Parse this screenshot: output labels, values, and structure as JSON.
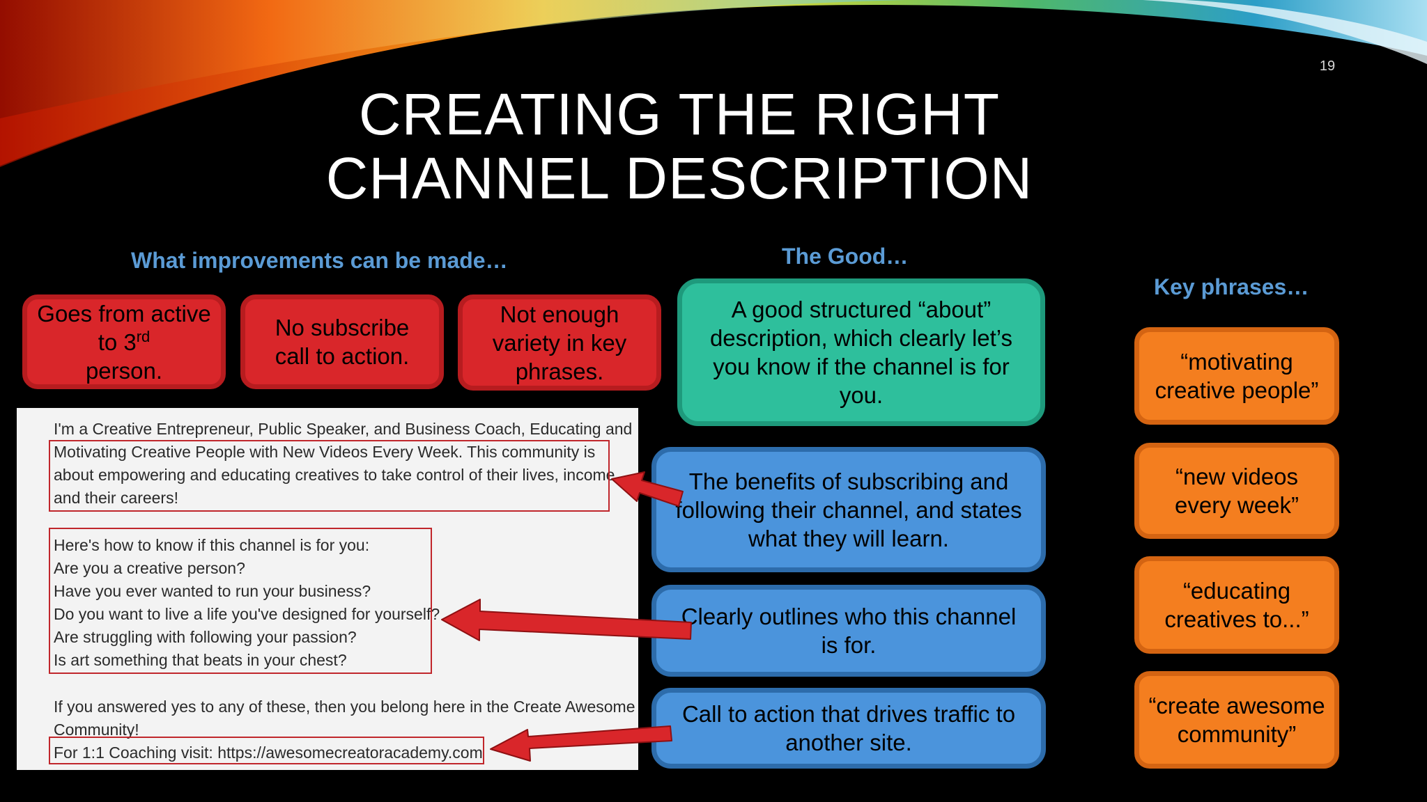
{
  "slide_number": "19",
  "title": {
    "line1": "CREATING THE RIGHT",
    "line2": "CHANNEL DESCRIPTION"
  },
  "headings": {
    "improvements": "What improvements can be made…",
    "good": "The Good…",
    "key_phrases": "Key phrases…"
  },
  "improvements": [
    {
      "text": "Goes from active to 3",
      "sup": "rd",
      "after": " person."
    },
    {
      "text": "No subscribe call to action."
    },
    {
      "text": "Not enough variety in key phrases."
    }
  ],
  "good": [
    "A good structured “about” description, which clearly let’s you know if the channel is for you.",
    "The benefits of subscribing and following their channel, and states what they will learn.",
    "Clearly outlines who this channel is for.",
    "Call to action that drives traffic to another site."
  ],
  "key_phrases": [
    "“motivating creative people”",
    "“new videos every week”",
    "“educating creatives to...”",
    "“create awesome community”"
  ],
  "description_lines": [
    "I'm a Creative Entrepreneur, Public Speaker, and Business Coach, Educating and",
    "Motivating Creative People with New Videos Every Week. This community is",
    "about empowering and educating creatives to take control of their lives, income",
    "and their careers!",
    "Here's how to know if this channel is for you:",
    "Are you a creative person?",
    "Have you ever wanted to run your business?",
    "Do you want to live a life you've designed for yourself?",
    "Are struggling with following your passion?",
    "Is art something that beats in your chest?",
    "If you answered yes to any of these, then you belong here in the Create Awesome",
    "Community!",
    "For 1:1 Coaching visit: https://awesomecreatoracademy.com"
  ],
  "colors": {
    "heading": "#5b9bd5",
    "red_box": "#d9262a",
    "teal_box": "#2ebf9c",
    "blue_box": "#4b94dc",
    "orange_box": "#f47e1f",
    "arrow": "#d9262a"
  }
}
